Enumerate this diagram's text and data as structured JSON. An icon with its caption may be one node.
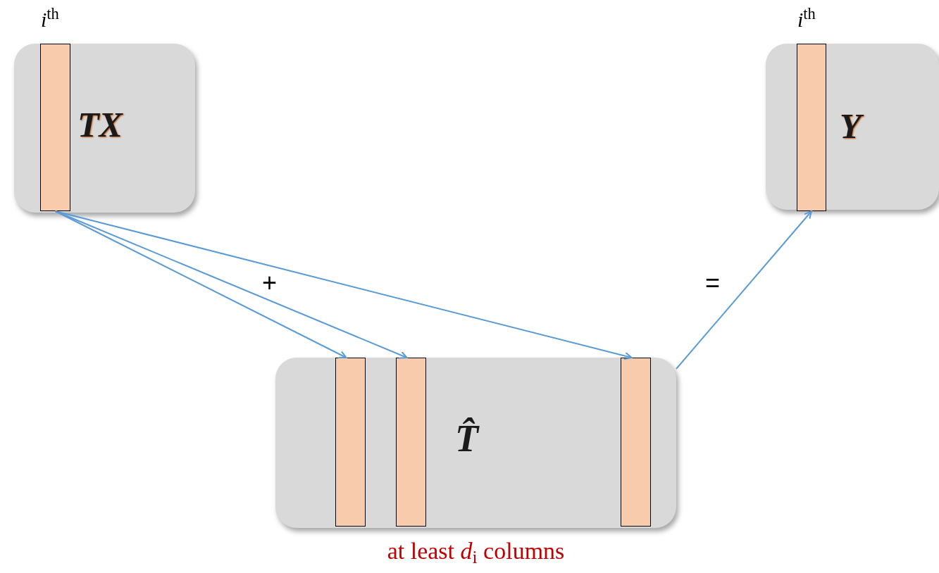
{
  "diagram": {
    "nodes": [
      {
        "text": [
          "TX"
        ]
      },
      {
        "text": [],
        "shape": "bar",
        "in": 0,
        "beside": [
          "*i*$^{th}$"
        ]
      },
      {
        "text": [
          "Y"
        ]
      },
      {
        "text": [],
        "shape": "bar",
        "in": 2,
        "beside": [
          "*i*$^{th}$"
        ]
      },
      {
        "text": [
          "T̂"
        ],
        "beside": [
          "at least *d*$_{i}$ columns"
        ]
      },
      {
        "text": [],
        "shape": "bar",
        "in": 4
      },
      {
        "text": [],
        "shape": "bar",
        "in": 4
      },
      {
        "text": [],
        "shape": "bar",
        "in": 4
      }
    ],
    "edges": [
      {
        "from": 1,
        "to": 5,
        "arrow": "to"
      },
      {
        "from": 1,
        "to": 6,
        "arrow": "to"
      },
      {
        "from": 1,
        "to": 7,
        "arrow": "to"
      },
      {
        "from": 4,
        "to": 3,
        "arrow": "to"
      }
    ],
    "labels": [
      "+",
      "="
    ]
  }
}
